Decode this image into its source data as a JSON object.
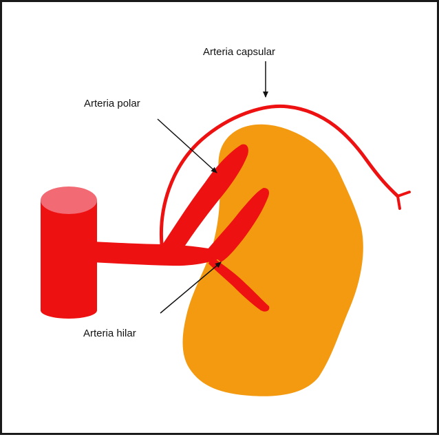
{
  "labels": {
    "capsular": "Arteria capsular",
    "polar": "Arteria polar",
    "hilar": "Arteria hilar"
  },
  "colors": {
    "artery": "#ee1111",
    "artery_top": "#f26a73",
    "kidney": "#f39a10",
    "leader": "#111111",
    "border": "#1a1a1a"
  }
}
